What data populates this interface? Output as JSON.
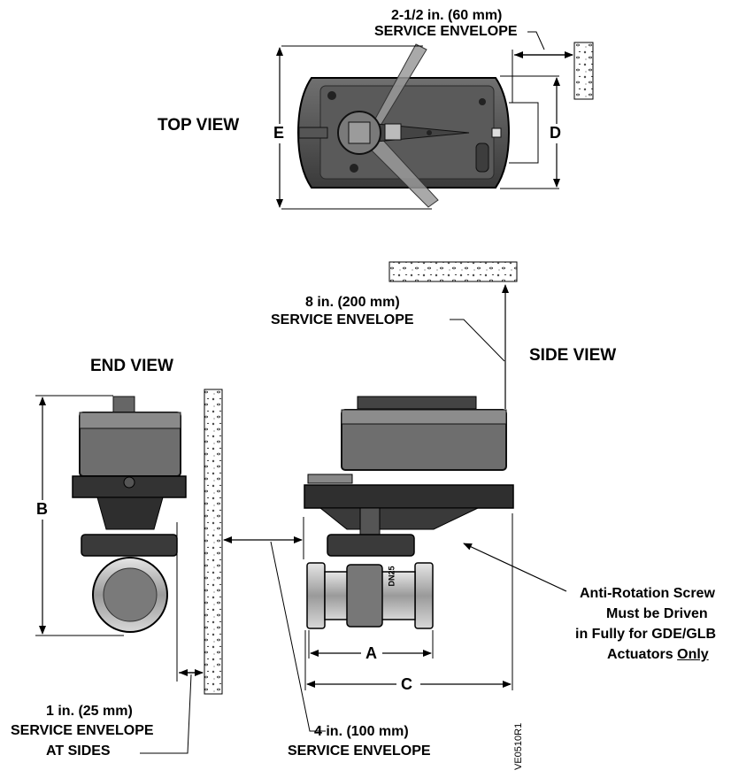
{
  "views": {
    "top": "TOP VIEW",
    "end": "END VIEW",
    "side": "SIDE VIEW"
  },
  "dimensions": {
    "a": "A",
    "b": "B",
    "c": "C",
    "d": "D",
    "e": "E"
  },
  "service_envelopes": {
    "top": {
      "line1": "2-1/2 in. (60 mm)",
      "line2": "SERVICE ENVELOPE"
    },
    "above": {
      "line1": "8 in. (200 mm)",
      "line2": "SERVICE ENVELOPE"
    },
    "sides": {
      "line1": "1 in. (25 mm)",
      "line2": "SERVICE ENVELOPE",
      "line3": "AT SIDES"
    },
    "front": {
      "line1": "4 in. (100 mm)",
      "line2": "SERVICE ENVELOPE"
    }
  },
  "note": {
    "line1": "Anti-Rotation Screw",
    "line2": "Must be Driven",
    "line3": "in Fully for GDE/GLB",
    "line4_prefix": "Actuators ",
    "line4_emph": "Only"
  },
  "valve_marking": "DN25",
  "doc_id": "VE0510R1"
}
